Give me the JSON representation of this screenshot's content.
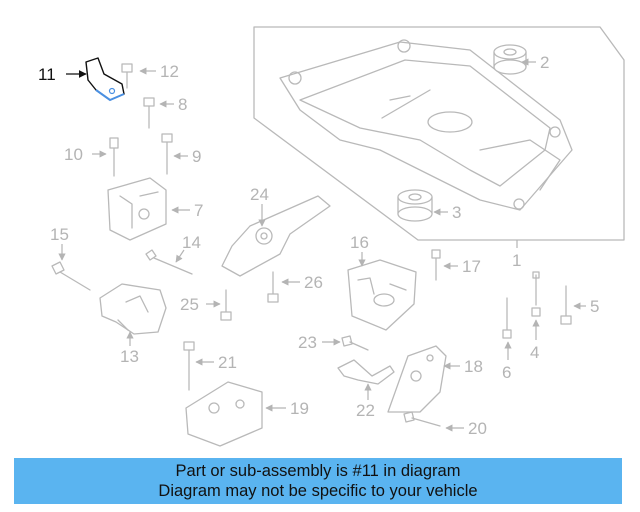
{
  "callouts": {
    "c1": "1",
    "c2": "2",
    "c3": "3",
    "c4": "4",
    "c5": "5",
    "c6": "6",
    "c7": "7",
    "c8": "8",
    "c9": "9",
    "c10": "10",
    "c11": "11",
    "c12": "12",
    "c13": "13",
    "c14": "14",
    "c15": "15",
    "c16": "16",
    "c17": "17",
    "c18": "18",
    "c19": "19",
    "c20": "20",
    "c21": "21",
    "c22": "22",
    "c23": "23",
    "c24": "24",
    "c25": "25",
    "c26": "26"
  },
  "highlighted_part": "11",
  "colors": {
    "highlight": "#4a90e2",
    "caption_bg": "#5ab4f0",
    "line_art": "#b9b9b9"
  },
  "caption": {
    "line1": "Part or sub-assembly is #11 in diagram",
    "line2": "Diagram may not be specific to your vehicle"
  }
}
